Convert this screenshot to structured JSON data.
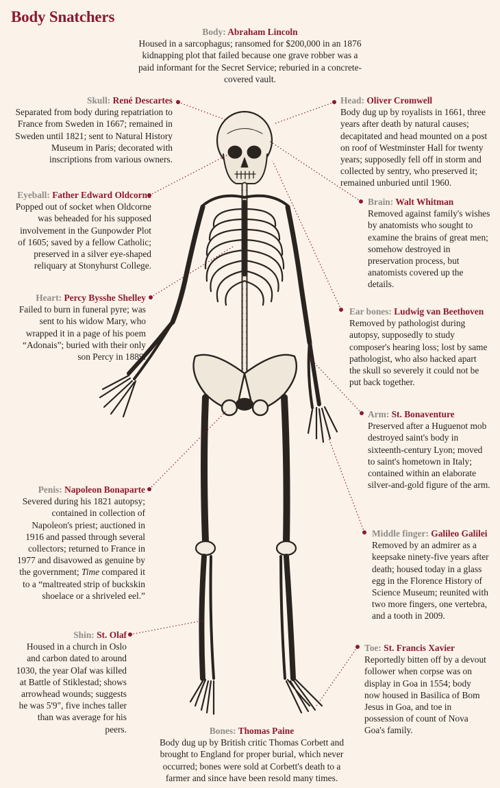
{
  "title": "Body Snatchers",
  "colors": {
    "accent": "#8b1a2e",
    "part_label": "#8e8b87",
    "background": "#fbf3ea",
    "text": "#231f1c"
  },
  "annotations": {
    "body": {
      "part": "Body:",
      "person": "Abraham Lincoln",
      "text": "Housed in a sarcophagus; ransomed for $200,000 in an 1876 kidnapping plot that failed because one grave robber was a paid informant for the Secret Service; reburied in a concrete-covered vault."
    },
    "skull": {
      "part": "Skull:",
      "person": "René Descartes",
      "text": "Separated from body during repatriation to France from Sweden in 1667; remained in Sweden until 1821; sent to Natural History Museum in Paris; decorated with inscriptions from various owners."
    },
    "head": {
      "part": "Head:",
      "person": "Oliver Cromwell",
      "text": "Body dug up by royalists in 1661, three years after death by natural causes; decapitated and head mounted on a post on roof of Westminster Hall for twenty years; supposedly fell off in storm and collected by sentry, who preserved it; remained unburied until 1960."
    },
    "eyeball": {
      "part": "Eyeball:",
      "person": "Father Edward Oldcorne",
      "text": "Popped out of socket when Oldcorne was beheaded for his supposed involvement in the Gunpowder Plot of 1605; saved by a fellow Catholic; preserved in a silver eye-shaped reliquary at Stonyhurst College."
    },
    "brain": {
      "part": "Brain:",
      "person": "Walt Whitman",
      "text": "Removed against family's wishes by anatomists who sought to examine the brains of great men; somehow destroyed in preservation process, but anatomists covered up the details."
    },
    "heart": {
      "part": "Heart:",
      "person": "Percy Bysshe Shelley",
      "text": "Failed to burn in funeral pyre; was sent to his widow Mary, who wrapped it in a page of his poem “Adonais”; buried with their only son Percy in 1889."
    },
    "earbones": {
      "part": "Ear bones:",
      "person": "Ludwig van Beethoven",
      "text": "Removed by pathologist during autopsy, supposedly to study composer's hearing loss; lost by same pathologist, who also hacked apart the skull so severely it could not be put back together."
    },
    "arm": {
      "part": "Arm:",
      "person": "St. Bonaventure",
      "text": "Preserved after a Huguenot mob destroyed saint's body in sixteenth-century Lyon; moved to saint's hometown in Italy; contained within an elaborate silver-and-gold figure of the arm."
    },
    "penis": {
      "part": "Penis:",
      "person": "Napoleon Bonaparte",
      "text_before": "Severed during his 1821 autopsy; contained in collection of Napoleon's priest; auctioned in 1916 and passed through several collectors; returned to France in 1977 and disavowed as genuine by the government; ",
      "text_italic": "Time",
      "text_after": " compared it to a “maltreated strip of buckskin shoelace or a shriveled eel.”"
    },
    "finger": {
      "part": "Middle finger:",
      "person": "Galileo Galilei",
      "text": "Removed by an admirer as a keepsake ninety-five years after death; housed today in a glass egg in the Florence History of Science Museum; reunited with two more fingers, one vertebra, and a tooth in 2009."
    },
    "shin": {
      "part": "Shin:",
      "person": "St. Olaf",
      "text": "Housed in a church in Oslo and carbon dated to around 1030, the year Olaf was killed at Battle of Stiklestad; shows arrowhead wounds; suggests he was 5'9\", five inches taller than was average for his peers."
    },
    "toe": {
      "part": "Toe:",
      "person": "St. Francis Xavier",
      "text": "Reportedly bitten off by a devout follower when corpse was on display in Goa in 1554; body now housed in Basilica of Bom Jesus in Goa, and toe in possession of count of Nova Goa's family."
    },
    "bones": {
      "part": "Bones:",
      "person": "Thomas Paine",
      "text": "Body dug up by British critic Thomas Corbett and brought to England for proper burial, which never occurred; bones were sold at Corbett's death to a farmer and since have been resold many times."
    }
  }
}
